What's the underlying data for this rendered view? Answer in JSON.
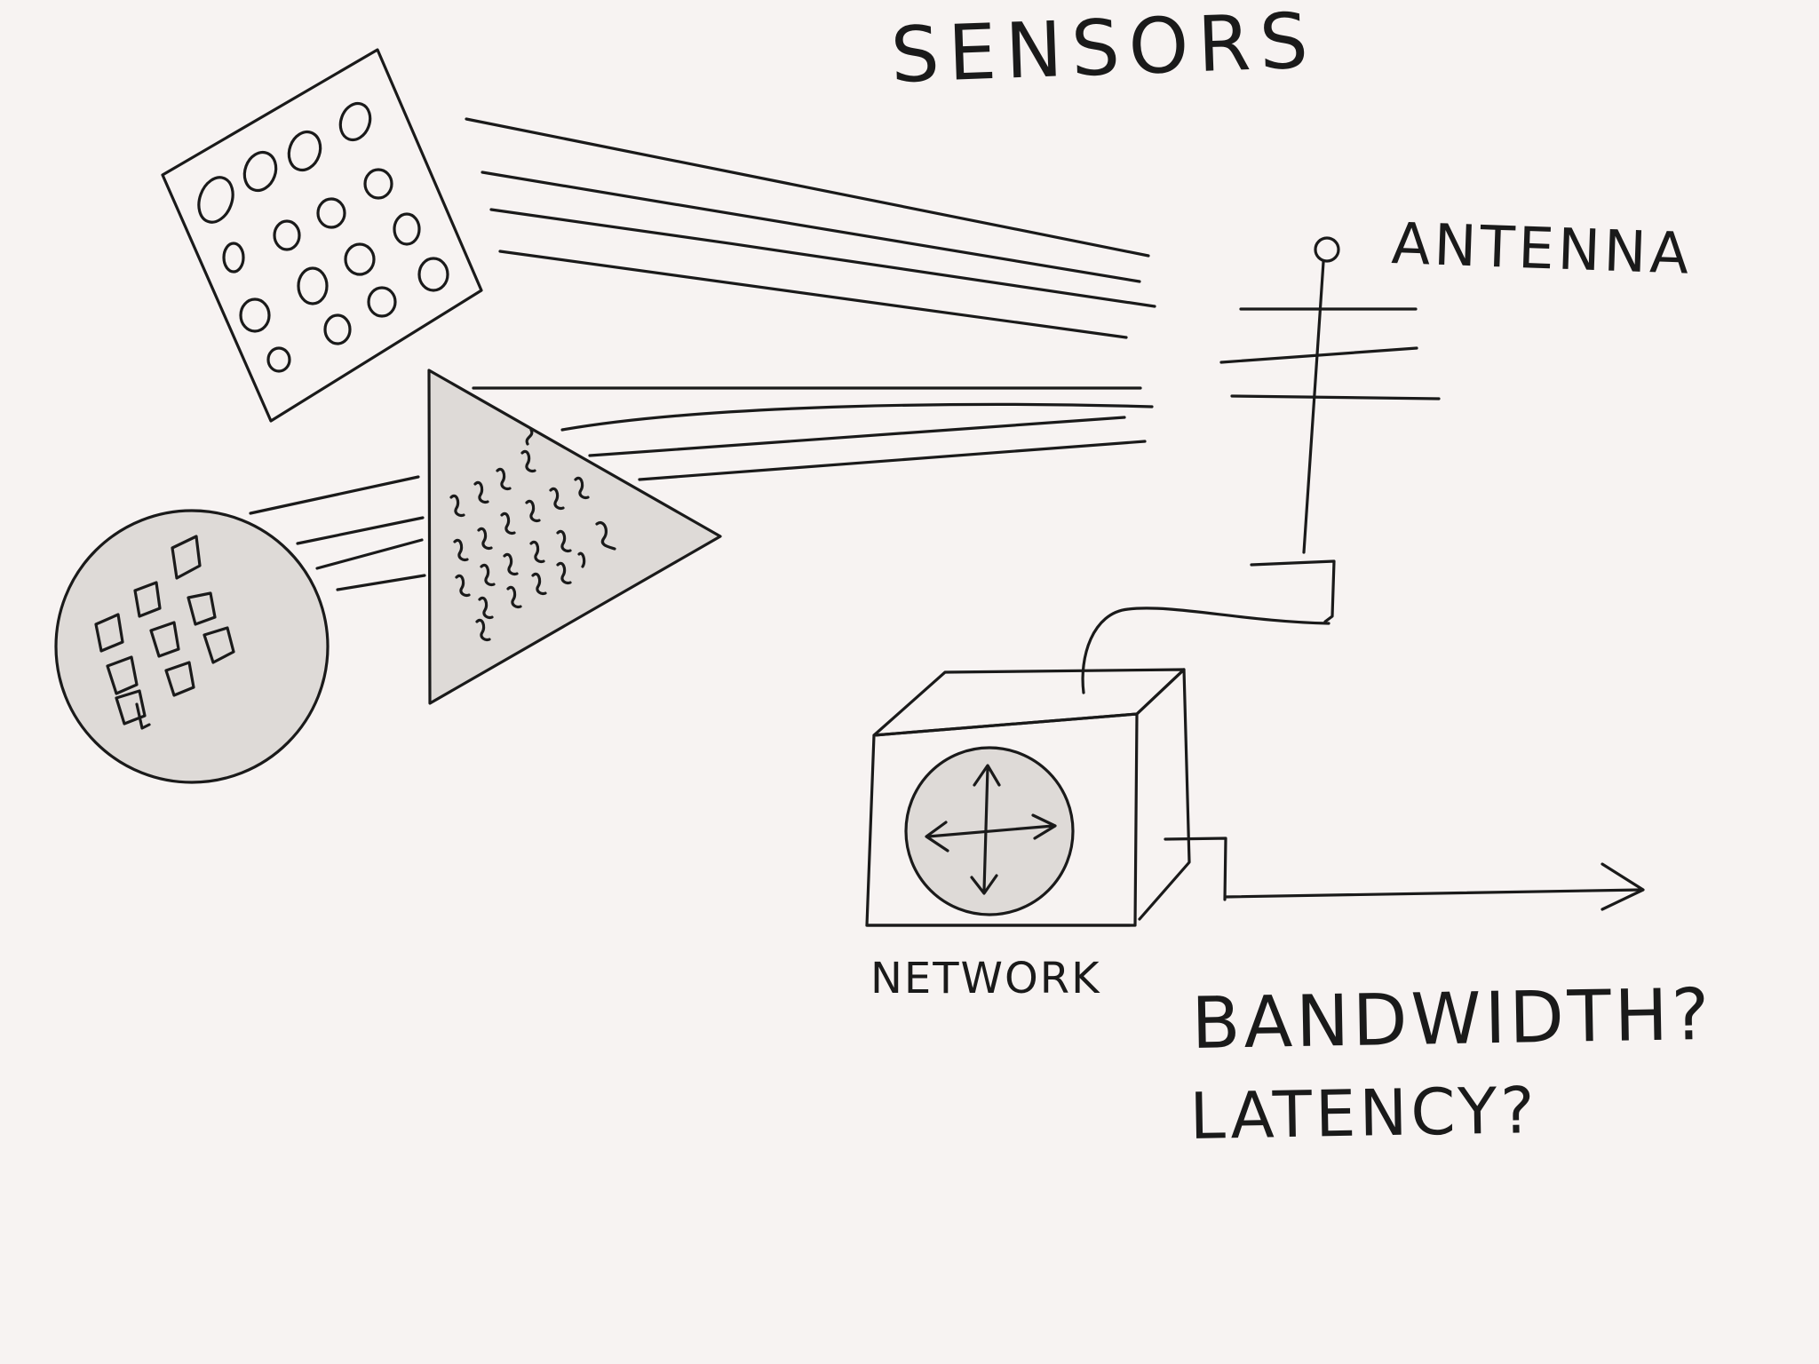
{
  "diagram": {
    "labels": {
      "sensors": "SENSORS",
      "antenna": "ANTENNA",
      "network": "NETWORK",
      "question_bandwidth": "BANDWIDTH?",
      "question_latency": "LATENCY?"
    },
    "colors": {
      "background": "#f7f3f2",
      "ink": "#1a1a1a",
      "shape_fill": "#dedad7"
    }
  }
}
